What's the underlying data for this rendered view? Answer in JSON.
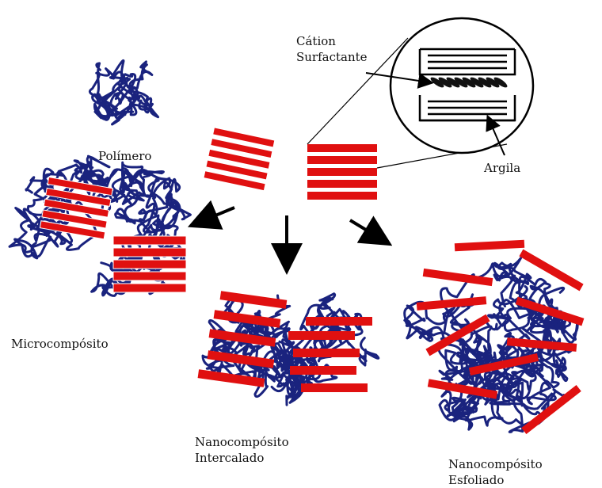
{
  "labels": {
    "polymer": "Polímero",
    "cation_line1": "Cátion",
    "cation_line2": "Surfactante",
    "clay": "Argila",
    "micro": "Microcompósito",
    "intercalated_line1": "Nanocompósito",
    "intercalated_line2": "Intercalado",
    "exfoliated_line1": "Nanocompósito",
    "exfoliated_line2": "Esfoliado"
  },
  "colors": {
    "polymer": "#1a237e",
    "clay": "#e01010",
    "outline": "#000000",
    "background": "#ffffff"
  }
}
